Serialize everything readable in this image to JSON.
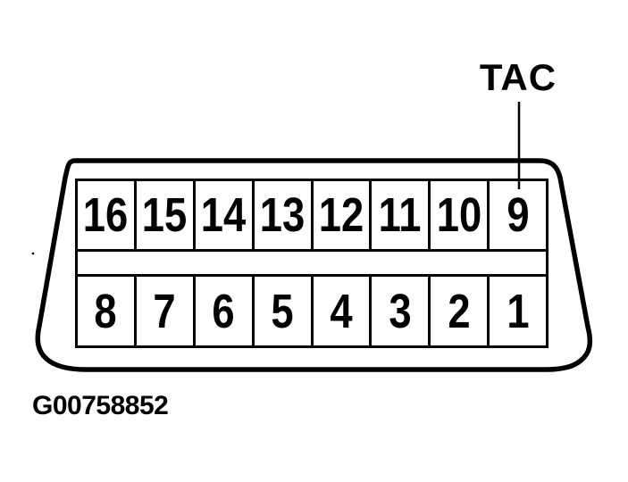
{
  "figure": {
    "callout_label": "TAC",
    "figure_id": "G00758852"
  },
  "connector": {
    "top_row": [
      "16",
      "15",
      "14",
      "13",
      "12",
      "11",
      "10",
      "9"
    ],
    "bottom_row": [
      "8",
      "7",
      "6",
      "5",
      "4",
      "3",
      "2",
      "1"
    ]
  },
  "colors": {
    "ink": "#000000",
    "background": "#ffffff"
  }
}
